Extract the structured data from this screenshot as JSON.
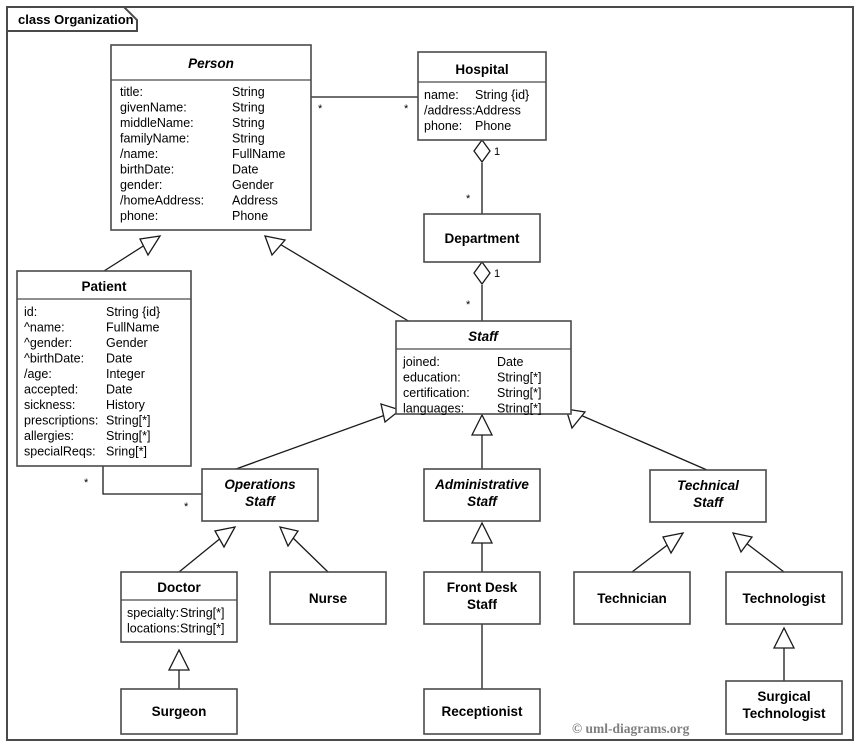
{
  "frame": {
    "label": "class Organization"
  },
  "copyright": "© uml-diagrams.org",
  "classes": {
    "person": {
      "name": "Person",
      "abstract": true,
      "attributes": [
        {
          "name": "title:",
          "type": "String"
        },
        {
          "name": "givenName:",
          "type": "String"
        },
        {
          "name": "middleName:",
          "type": "String"
        },
        {
          "name": "familyName:",
          "type": "String"
        },
        {
          "name": "/name:",
          "type": "FullName"
        },
        {
          "name": "birthDate:",
          "type": "Date"
        },
        {
          "name": "gender:",
          "type": "Gender"
        },
        {
          "name": "/homeAddress:",
          "type": "Address"
        },
        {
          "name": "phone:",
          "type": "Phone"
        }
      ]
    },
    "hospital": {
      "name": "Hospital",
      "abstract": false,
      "attributes": [
        {
          "name": "name:",
          "type": "String {id}"
        },
        {
          "name": "/address:",
          "type": "Address"
        },
        {
          "name": "phone:",
          "type": "Phone"
        }
      ]
    },
    "department": {
      "name": "Department",
      "abstract": false,
      "attributes": []
    },
    "patient": {
      "name": "Patient",
      "abstract": false,
      "attributes": [
        {
          "name": "id:",
          "type": "String {id}"
        },
        {
          "name": "^name:",
          "type": "FullName"
        },
        {
          "name": "^gender:",
          "type": "Gender"
        },
        {
          "name": "^birthDate:",
          "type": "Date"
        },
        {
          "name": "/age:",
          "type": "Integer"
        },
        {
          "name": "accepted:",
          "type": "Date"
        },
        {
          "name": "sickness:",
          "type": "History"
        },
        {
          "name": "prescriptions:",
          "type": "String[*]"
        },
        {
          "name": "allergies:",
          "type": "String[*]"
        },
        {
          "name": "specialReqs:",
          "type": "Sring[*]"
        }
      ]
    },
    "staff": {
      "name": "Staff",
      "abstract": true,
      "attributes": [
        {
          "name": "joined:",
          "type": "Date"
        },
        {
          "name": "education:",
          "type": "String[*]"
        },
        {
          "name": "certification:",
          "type": "String[*]"
        },
        {
          "name": "languages:",
          "type": "String[*]"
        }
      ]
    },
    "operations_staff": {
      "name_line1": "Operations",
      "name_line2": "Staff",
      "abstract": true
    },
    "administrative_staff": {
      "name_line1": "Administrative",
      "name_line2": "Staff",
      "abstract": true
    },
    "technical_staff": {
      "name_line1": "Technical",
      "name_line2": "Staff",
      "abstract": true
    },
    "doctor": {
      "name": "Doctor",
      "abstract": false,
      "attributes": [
        {
          "name": "specialty:",
          "type": "String[*]"
        },
        {
          "name": "locations:",
          "type": "String[*]"
        }
      ]
    },
    "nurse": {
      "name": "Nurse",
      "abstract": false
    },
    "front_desk_staff": {
      "name_line1": "Front Desk",
      "name_line2": "Staff",
      "abstract": false
    },
    "technician": {
      "name": "Technician",
      "abstract": false
    },
    "technologist": {
      "name": "Technologist",
      "abstract": false
    },
    "surgeon": {
      "name": "Surgeon",
      "abstract": false
    },
    "receptionist": {
      "name": "Receptionist",
      "abstract": false
    },
    "surgical_technologist": {
      "name_line1": "Surgical",
      "name_line2": "Technologist",
      "abstract": false
    }
  },
  "multiplicities": {
    "person_hospital_source": "*",
    "person_hospital_target": "*",
    "hospital_department_whole": "1",
    "hospital_department_part": "*",
    "department_staff_whole": "1",
    "department_staff_part": "*",
    "patient_operations_source": "*",
    "patient_operations_target": "*"
  }
}
